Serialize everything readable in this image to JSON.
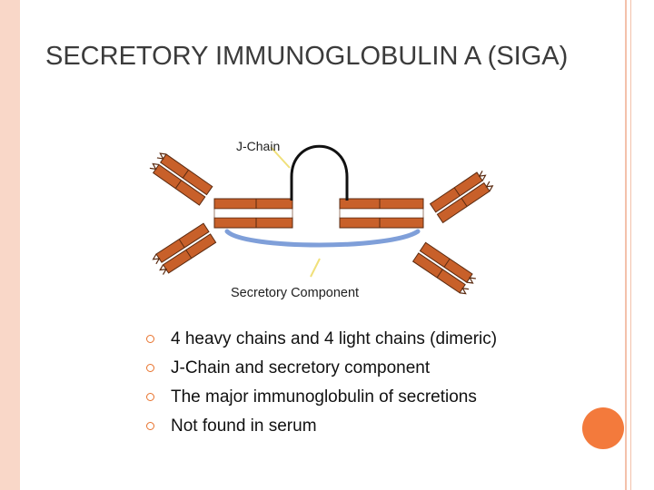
{
  "slide": {
    "title": "SECRETORY IMMUNOGLOBULIN A (SIGA)"
  },
  "diagram": {
    "labels": {
      "j_chain": "J-Chain",
      "secretory_component": "Secretory Component"
    },
    "colors": {
      "chain_fill": "#c8602a",
      "chain_stroke": "#5a2a10",
      "secretory_component": "#7f9fd9",
      "pointer": "#f0e07a",
      "j_chain": "#111111"
    }
  },
  "bullets": [
    "4 heavy chains and 4 light chains (dimeric)",
    "J-Chain and secretory component",
    "The major immunoglobulin of secretions",
    "Not found in serum"
  ],
  "theme": {
    "accent": "#f37a3c",
    "frame": "#f9d7c8"
  }
}
